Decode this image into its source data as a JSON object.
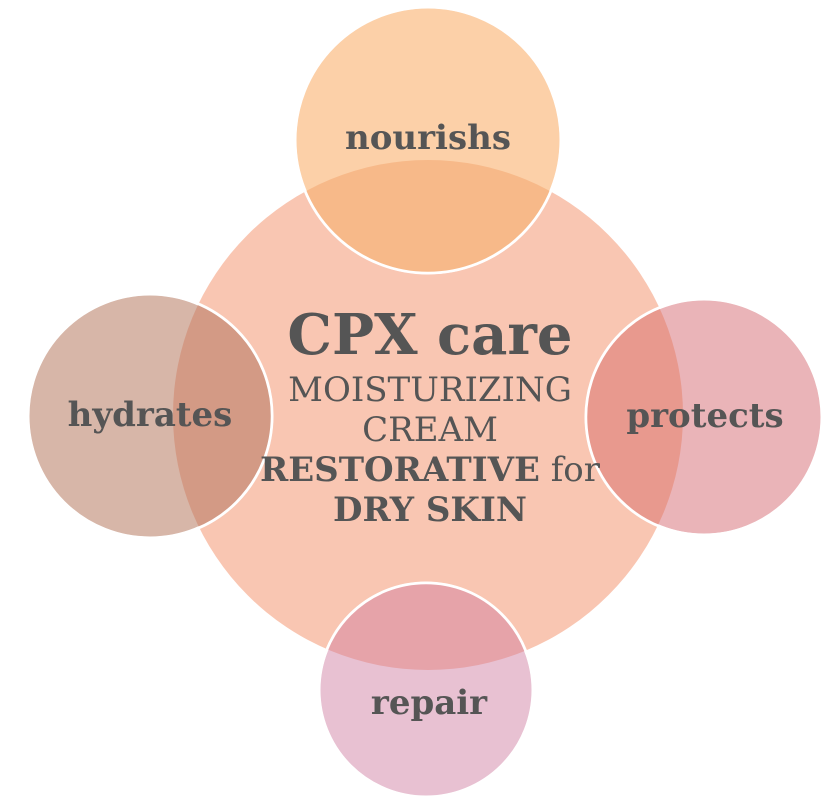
{
  "center": {
    "brand": "CPX care",
    "line1": "MOISTURIZING",
    "line2": "CREAM",
    "line3_bold": "RESTORATIVE",
    "line3_rest": " for",
    "line4": "DRY SKIN",
    "color": "#f9c6b2"
  },
  "satellites": {
    "top": {
      "label": "nourishs",
      "color": "#fcd0a8"
    },
    "left": {
      "label": "hydrates",
      "color": "#d7b6a8"
    },
    "right": {
      "label": "protects",
      "color": "#eab4b8"
    },
    "bottom": {
      "label": "repair",
      "color": "#e8c1d2"
    }
  },
  "overlaps": {
    "top": "#f7b989",
    "left": "#d39a85",
    "right": "#e8998e",
    "bottom": "#e6a3a9"
  }
}
